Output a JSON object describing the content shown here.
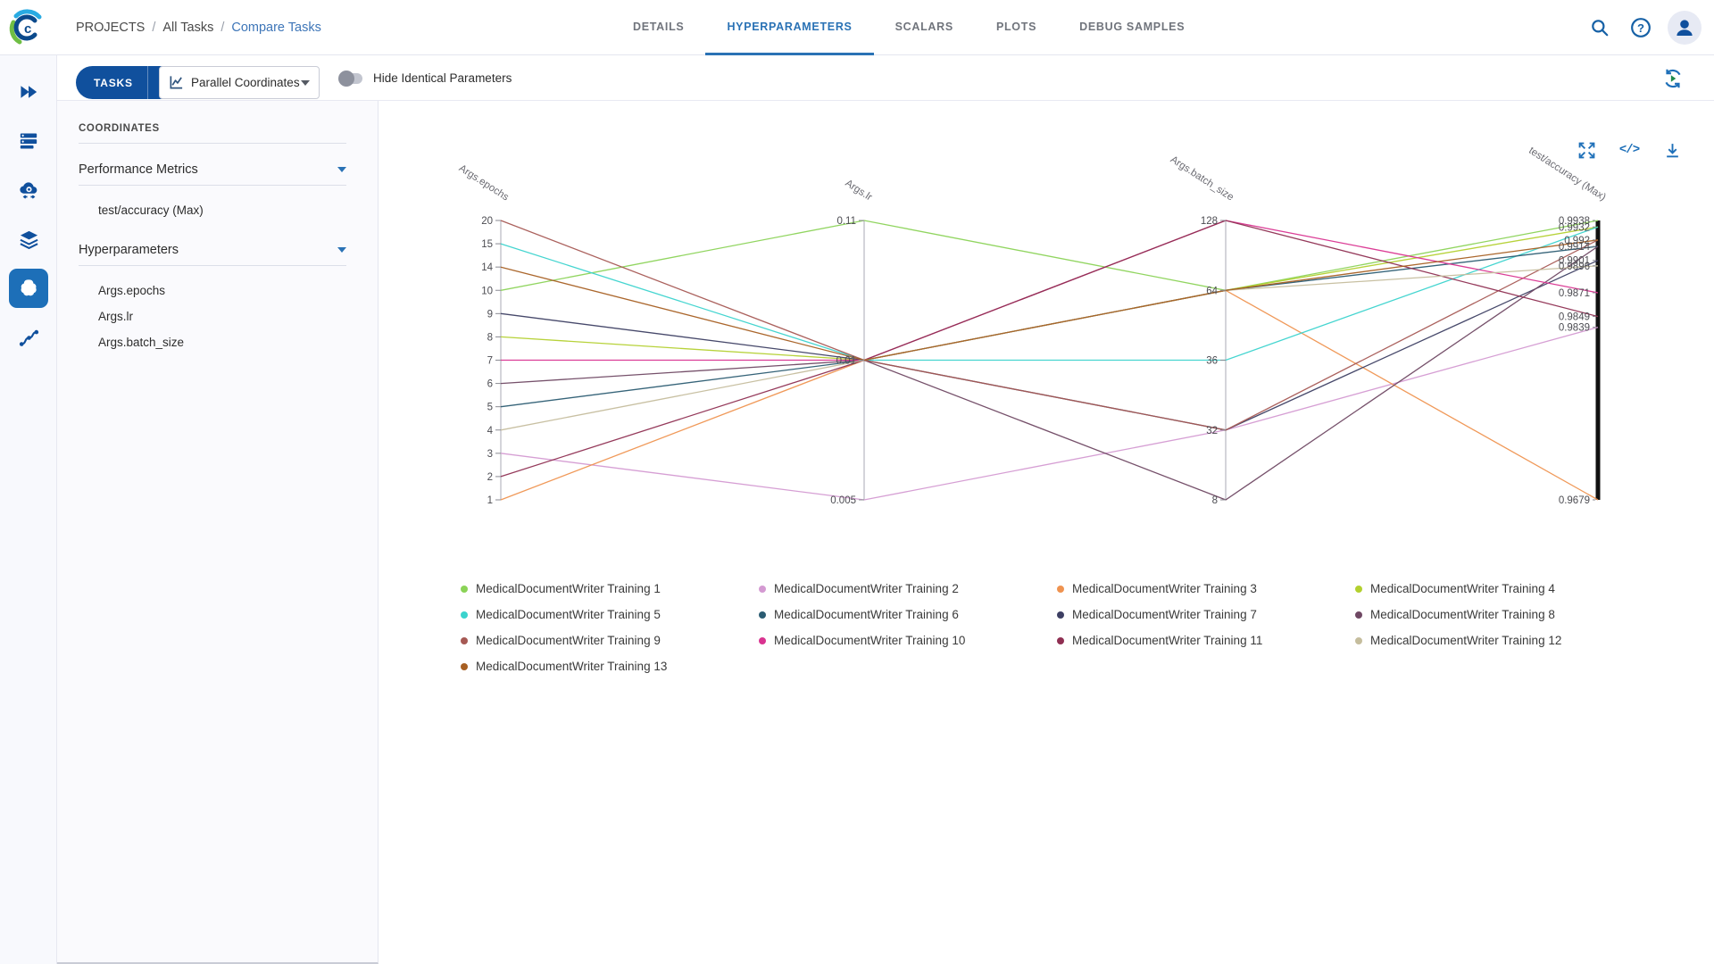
{
  "header": {
    "breadcrumb": [
      {
        "label": "PROJECTS",
        "active": false
      },
      {
        "label": "All Tasks",
        "active": false
      },
      {
        "label": "Compare Tasks",
        "active": true
      }
    ],
    "tabs": [
      {
        "label": "DETAILS",
        "active": false
      },
      {
        "label": "HYPERPARAMETERS",
        "active": true
      },
      {
        "label": "SCALARS",
        "active": false
      },
      {
        "label": "PLOTS",
        "active": false
      },
      {
        "label": "DEBUG SAMPLES",
        "active": false
      }
    ],
    "icons": [
      "search-icon",
      "help-icon",
      "user-icon"
    ]
  },
  "toolbar": {
    "tasks_button": "TASKS",
    "add_button": "+",
    "view_select": "Parallel Coordinates",
    "toggle_label": "Hide Identical Parameters",
    "toggle_on": false
  },
  "sidebar": {
    "icons": [
      "projects-icon",
      "dashboards-icon",
      "workers-icon",
      "datasets-icon",
      "experiments-icon",
      "pipelines-icon"
    ],
    "active_index": 4
  },
  "coordinates_panel": {
    "title": "COORDINATES",
    "sections": [
      {
        "label": "Performance Metrics",
        "items": [
          "test/accuracy (Max)"
        ]
      },
      {
        "label": "Hyperparameters",
        "items": [
          "Args.epochs",
          "Args.lr",
          "Args.batch_size"
        ]
      }
    ]
  },
  "chart_data": {
    "type": "parallel-coordinates",
    "axes": [
      {
        "label": "Args.epochs",
        "kind": "categorical",
        "ticks": [
          "20",
          "15",
          "14",
          "10",
          "9",
          "8",
          "7",
          "6",
          "5",
          "4",
          "3",
          "2",
          "1"
        ]
      },
      {
        "label": "Args.lr",
        "kind": "categorical",
        "ticks": [
          "0.11",
          "0.01",
          "0.005"
        ]
      },
      {
        "label": "Args.batch_size",
        "kind": "categorical",
        "ticks": [
          "128",
          "64",
          "36",
          "32",
          "8"
        ]
      },
      {
        "label": "test/accuracy (Max)",
        "kind": "linear",
        "range": [
          0.9679,
          0.9938
        ],
        "ticks": [
          "0.9938",
          "0.9932",
          "0.992",
          "0.9914",
          "0.9901",
          "0.9896",
          "0.9871",
          "0.9849",
          "0.9839",
          "0.9679"
        ]
      }
    ],
    "series": [
      {
        "name": "MedicalDocumentWriter Training 1",
        "color": "#8bd357",
        "values": [
          10,
          0.11,
          64,
          0.9938
        ]
      },
      {
        "name": "MedicalDocumentWriter Training 2",
        "color": "#d49ad2",
        "values": [
          3,
          0.005,
          32,
          0.9839
        ]
      },
      {
        "name": "MedicalDocumentWriter Training 3",
        "color": "#ef9350",
        "values": [
          1,
          0.01,
          64,
          0.9679
        ]
      },
      {
        "name": "MedicalDocumentWriter Training 4",
        "color": "#b3d02f",
        "values": [
          8,
          0.01,
          64,
          0.9932
        ]
      },
      {
        "name": "MedicalDocumentWriter Training 5",
        "color": "#3bd3cd",
        "values": [
          15,
          0.01,
          36,
          0.9932
        ]
      },
      {
        "name": "MedicalDocumentWriter Training 6",
        "color": "#2b5c72",
        "values": [
          5,
          0.01,
          64,
          0.9914
        ]
      },
      {
        "name": "MedicalDocumentWriter Training 7",
        "color": "#3d3f63",
        "values": [
          9,
          0.01,
          32,
          0.9901
        ]
      },
      {
        "name": "MedicalDocumentWriter Training 8",
        "color": "#6f4863",
        "values": [
          6,
          0.01,
          8,
          0.9914
        ]
      },
      {
        "name": "MedicalDocumentWriter Training 9",
        "color": "#a65954",
        "values": [
          20,
          0.01,
          32,
          0.992
        ]
      },
      {
        "name": "MedicalDocumentWriter Training 10",
        "color": "#d93390",
        "values": [
          7,
          0.01,
          128,
          0.9871
        ]
      },
      {
        "name": "MedicalDocumentWriter Training 11",
        "color": "#8f2f52",
        "values": [
          2,
          0.01,
          128,
          0.9849
        ]
      },
      {
        "name": "MedicalDocumentWriter Training 12",
        "color": "#c5bd9d",
        "values": [
          4,
          0.01,
          64,
          0.9896
        ]
      },
      {
        "name": "MedicalDocumentWriter Training 13",
        "color": "#a75f22",
        "values": [
          14,
          0.01,
          64,
          0.992
        ]
      }
    ]
  },
  "chart_controls": [
    "maximize-icon",
    "embed-code-icon",
    "download-icon"
  ],
  "colors": {
    "primary": "#10509d",
    "tab_active": "#2a72b5",
    "link": "#3e76b8",
    "axis": "#a9aab4"
  }
}
